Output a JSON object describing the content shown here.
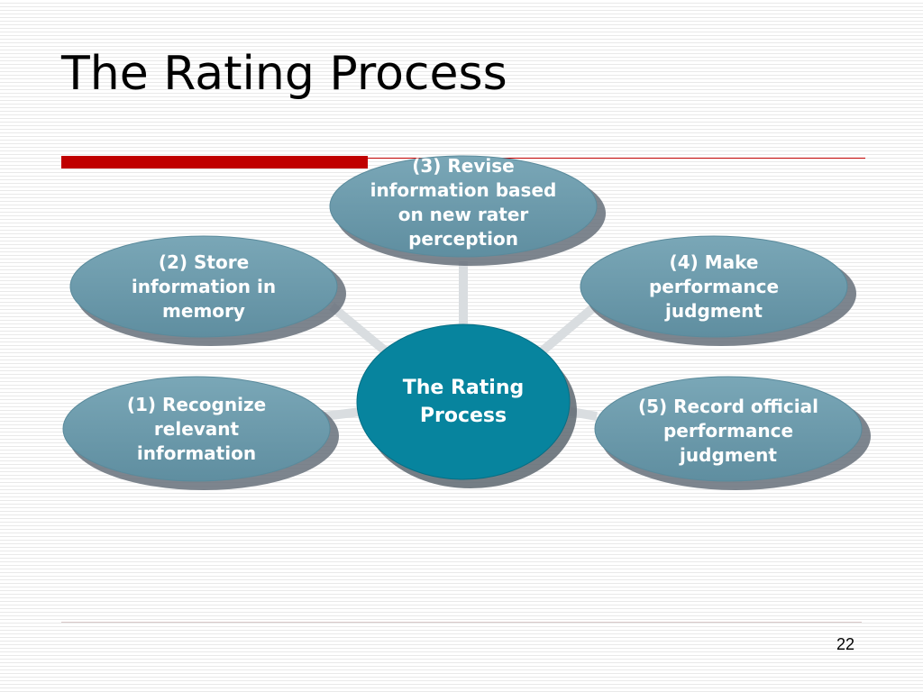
{
  "slide": {
    "title": "The Rating Process",
    "page_number": "22"
  },
  "colors": {
    "accent_red": "#c00000",
    "node_fill": "#6699aa",
    "center_fill": "#07849e",
    "connector": "#d9dde0"
  },
  "diagram": {
    "center": {
      "label": "The Rating Process"
    },
    "nodes": [
      {
        "id": "step-1",
        "label": "(1) Recognize relevant information"
      },
      {
        "id": "step-2",
        "label": "(2) Store information in memory"
      },
      {
        "id": "step-3",
        "label": "(3) Revise information based on new rater perception"
      },
      {
        "id": "step-4",
        "label": "(4) Make performance judgment"
      },
      {
        "id": "step-5",
        "label": "(5) Record official performance judgment"
      }
    ]
  }
}
